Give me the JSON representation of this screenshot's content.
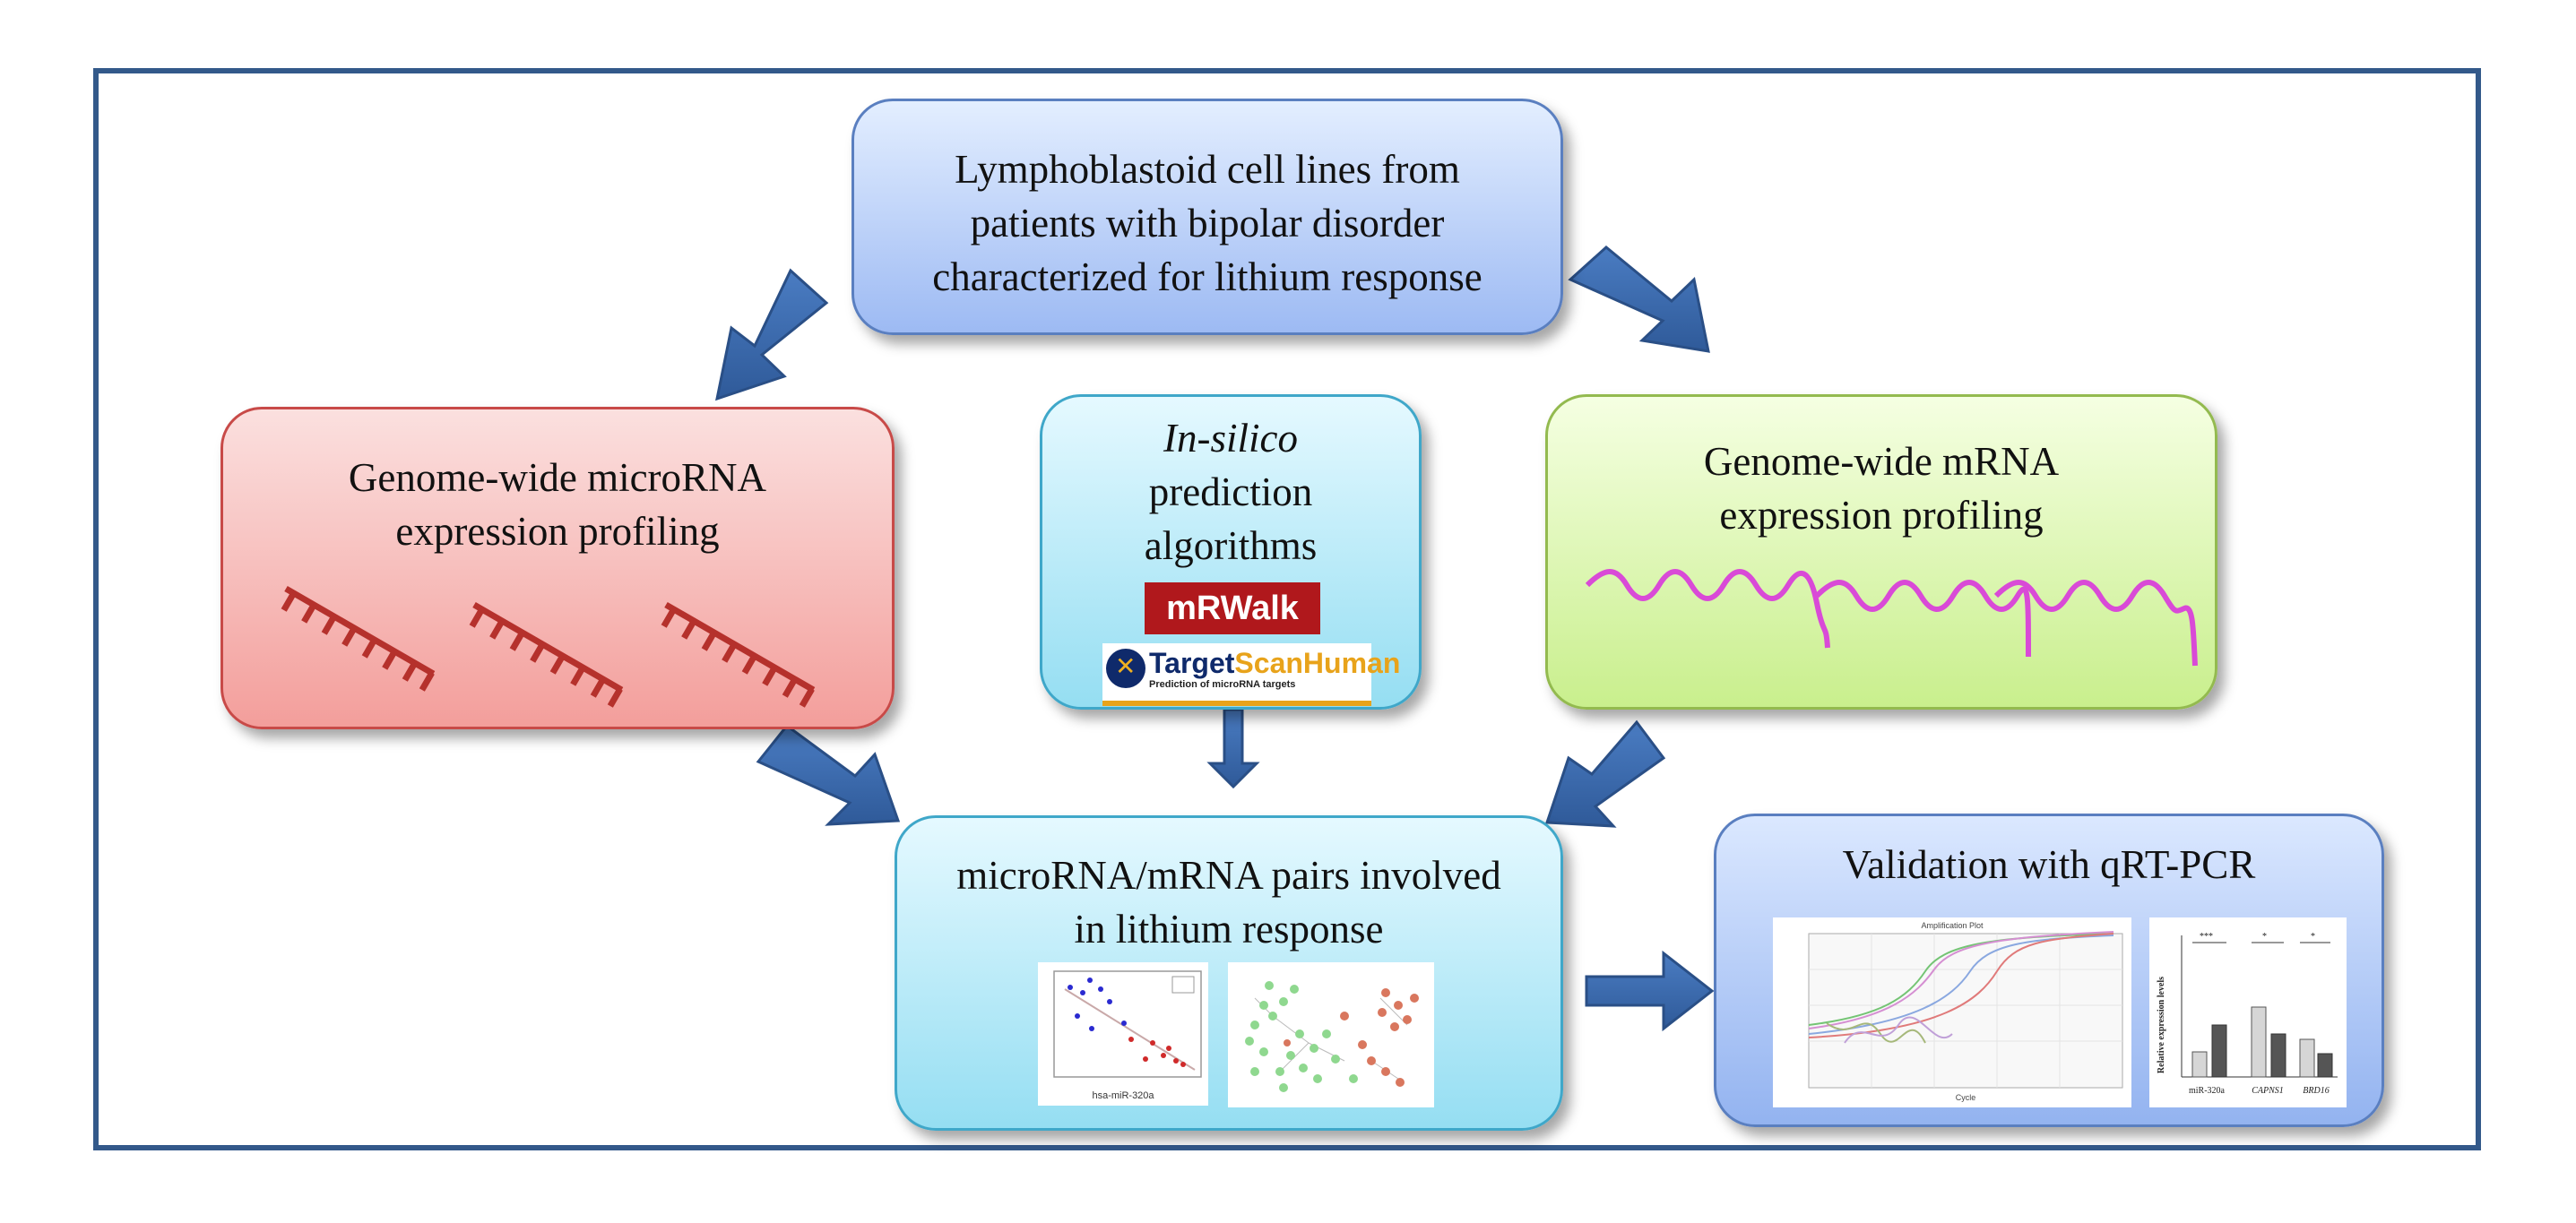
{
  "boxes": {
    "top": {
      "lines": [
        "Lymphoblastoid cell lines from",
        "patients with bipolar disorder",
        "characterized for lithium response"
      ]
    },
    "left": {
      "lines": [
        "Genome-wide microRNA",
        "expression profiling"
      ]
    },
    "middle": {
      "lines": [
        "In-silico",
        "prediction",
        "algorithms"
      ]
    },
    "right": {
      "lines": [
        "Genome-wide mRNA",
        "expression profiling"
      ]
    },
    "bottom": {
      "lines": [
        "microRNA/mRNA pairs involved",
        "in lithium response"
      ]
    },
    "validation": {
      "title": "Validation with qRT-PCR"
    }
  },
  "logos": {
    "mirwalk": "mRWalk",
    "targetscan_main_a": "Target",
    "targetscan_main_b": "ScanHuman",
    "targetscan_sub": "Prediction of microRNA targets"
  },
  "thumbnails": {
    "scatter_xlabel": "hsa-miR-320a",
    "amplification_title": "Amplification Plot",
    "amplification_xlabel": "Cycle",
    "bar_ylabel": "Relative expression levels",
    "bar_categories": [
      "miR-320a",
      "CAPNS1",
      "BRD16"
    ],
    "bar_sig": [
      "***",
      "*",
      "*"
    ]
  },
  "colors": {
    "frame": "#33598a",
    "arrow": "#3f6db0",
    "microrna": "#b5312c",
    "mrna": "#d94ad7"
  }
}
